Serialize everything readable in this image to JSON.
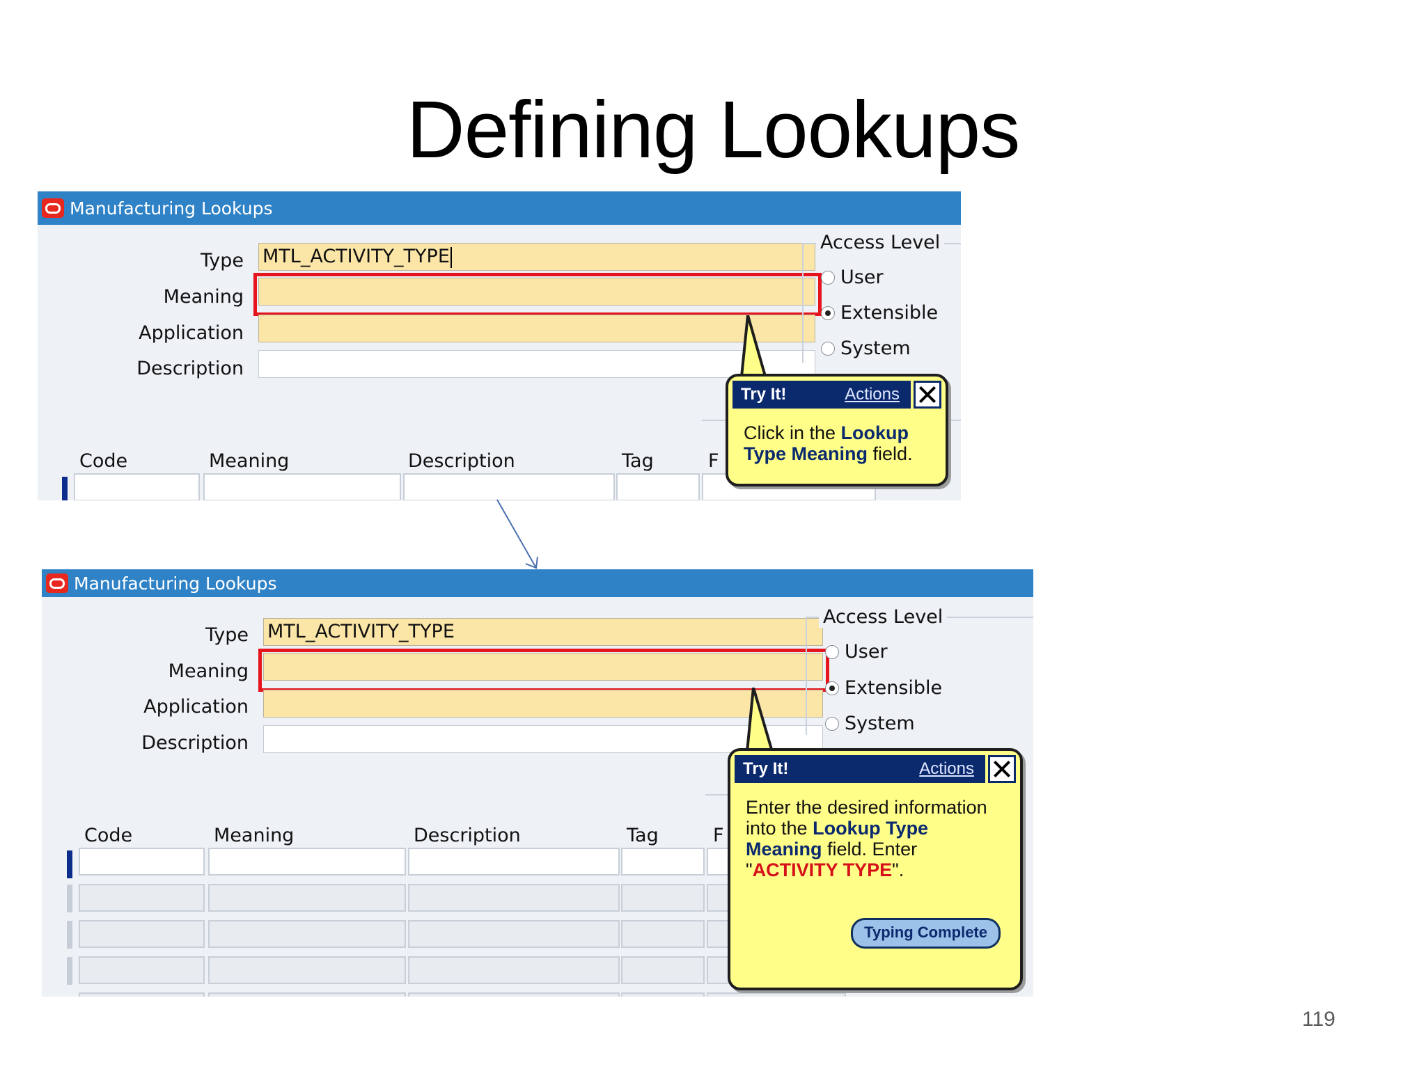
{
  "slide": {
    "title": "Defining Lookups",
    "page_number": "119"
  },
  "window": {
    "title": "Manufacturing Lookups"
  },
  "form": {
    "type_label": "Type",
    "meaning_label": "Meaning",
    "application_label": "Application",
    "description_label": "Description",
    "type_value": "MTL_ACTIVITY_TYPE"
  },
  "access_level": {
    "title": "Access Level",
    "options": [
      "User",
      "Extensible",
      "System"
    ],
    "selected": "Extensible"
  },
  "table": {
    "columns": [
      "Code",
      "Meaning",
      "Description",
      "Tag",
      "F"
    ]
  },
  "callout_top": {
    "title": "Try It!",
    "actions": "Actions",
    "text_1": "Click in the ",
    "bold": "Lookup Type Meaning",
    "text_2": " field."
  },
  "callout_bottom": {
    "title": "Try It!",
    "actions": "Actions",
    "text_1": "Enter the desired information into the ",
    "bold": "Lookup Type Meaning",
    "text_2": " field. Enter \"",
    "red": "ACTIVITY TYPE",
    "text_3": "\".",
    "button": "Typing Complete"
  },
  "colors": {
    "titlebar": "#2f82c6",
    "required_field": "#fbe6a8",
    "highlight": "#e6141c",
    "callout": "#fffe89",
    "callout_header": "#0b2a6e"
  }
}
